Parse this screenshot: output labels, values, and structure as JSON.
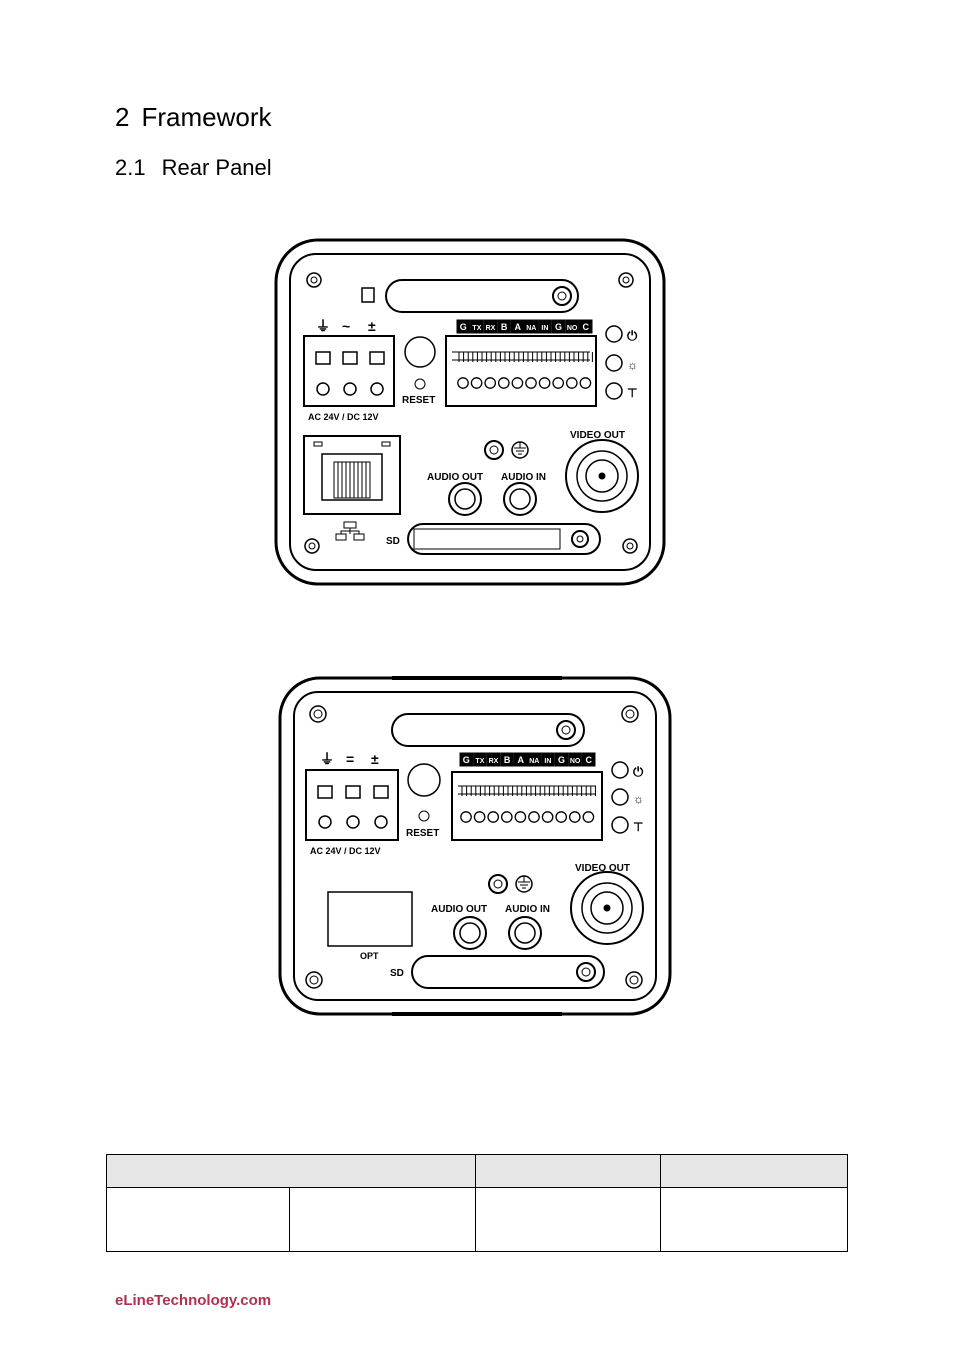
{
  "section": {
    "number": "2",
    "title": "Framework"
  },
  "subsection": {
    "number": "2.1",
    "title": "Rear Panel"
  },
  "figure1": {
    "terminal_labels": [
      "G",
      "TX",
      "RX",
      "B",
      "A",
      "NA",
      "IN",
      "G",
      "NO",
      "C"
    ],
    "power_label": "AC 24V / DC 12V",
    "reset_label": "RESET",
    "audio_out_label": "AUDIO OUT",
    "audio_in_label": "AUDIO IN",
    "video_out_label": "VIDEO OUT",
    "sd_label": "SD"
  },
  "figure2": {
    "terminal_labels": [
      "G",
      "TX",
      "RX",
      "B",
      "A",
      "NA",
      "IN",
      "G",
      "NO",
      "C"
    ],
    "power_label": "AC 24V / DC 12V",
    "reset_label": "RESET",
    "audio_out_label": "AUDIO OUT",
    "audio_in_label": "AUDIO IN",
    "video_out_label": "VIDEO OUT",
    "opt_label": "OPT",
    "sd_label": "SD"
  },
  "table": {
    "header": [
      "",
      "",
      ""
    ],
    "row": [
      "",
      "",
      "",
      ""
    ]
  },
  "footer": {
    "text": "eLineTechnology.com",
    "color": "#b03050"
  }
}
